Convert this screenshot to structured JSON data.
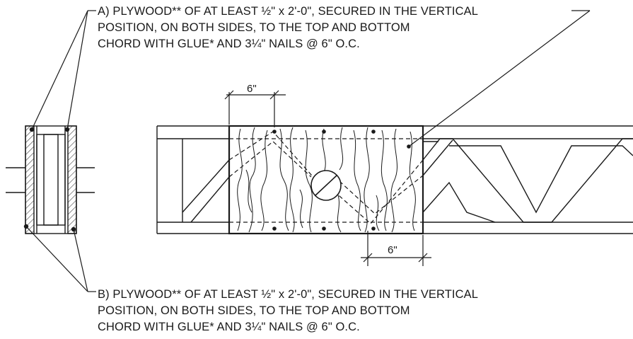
{
  "notes": {
    "a": {
      "line1": "A) PLYWOOD** OF AT LEAST ½\" x 2'-0\", SECURED IN THE VERTICAL",
      "line2": "POSITION, ON BOTH SIDES, TO THE TOP AND BOTTOM",
      "line3": "CHORD WITH GLUE* AND 3¼\" NAILS @ 6\" O.C."
    },
    "b": {
      "line1": "B) PLYWOOD** OF AT LEAST ½\" x 2'-0\", SECURED IN THE VERTICAL",
      "line2": "POSITION, ON BOTH SIDES, TO THE TOP AND BOTTOM",
      "line3": "CHORD WITH GLUE* AND 3¼\" NAILS @ 6\" O.C."
    }
  },
  "dimensions": {
    "top": "6\"",
    "bottom": "6\""
  }
}
